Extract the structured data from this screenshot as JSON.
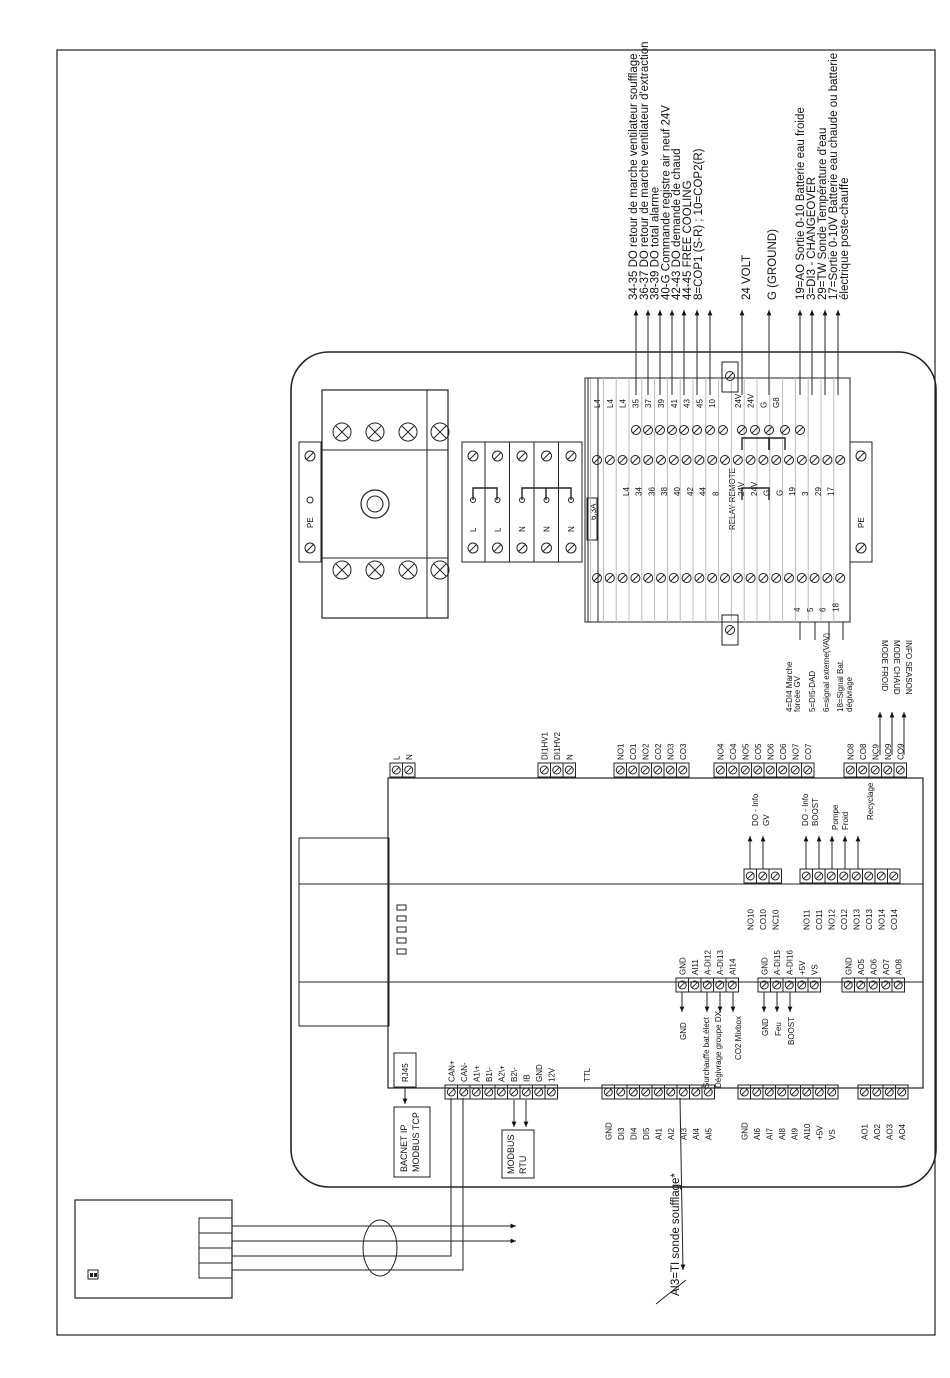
{
  "annotations_top": [
    "34-35 DO retour de marche ventilateur soufflage",
    "36-37 DO retour de marche ventilateur d'extraction",
    "38-39 DO total alarme",
    "40-G Commande registre air neuf 24V",
    "42-43 DO demande de chaud",
    "44-45 FREE COOLING",
    "8=COP1 (S-R) ; 10=COP2(R)"
  ],
  "annotation_24v": "24 VOLT",
  "annotation_ground": "G (GROUND)",
  "annotations_water": [
    "19=AO Sortie 0-10 Batterie eau froide",
    "3=DI3 - CHANGEOVER",
    "29=TW Sonde Température d'eau",
    "17=Sortie 0-10V Batterie eau chaude ou batterie",
    "électrique poste-chauffe"
  ],
  "annotations_lower": [
    "4=DI4 Marche",
    "forcée GV",
    "5=DI5-DAD",
    "6=signal externe(VAV)",
    "18=Signal Bat.",
    "dégivrage"
  ],
  "annotations_mode": [
    "MODE FROID",
    "MODE CHAUD",
    "INFO SEASON"
  ],
  "pe_label": "PE",
  "fuse_label": "6,3A",
  "relay_label": "RELAY REMOTE",
  "breaker_terms": [
    "L",
    "L",
    "N",
    "N",
    "N"
  ],
  "terminal_rows": [
    [
      "L4",
      "L4",
      "34",
      "35"
    ],
    [
      "L4",
      "L4",
      "36",
      "37"
    ],
    [
      "",
      "38",
      "39",
      ""
    ],
    [
      "",
      "40",
      "41",
      ""
    ],
    [
      "",
      "42",
      "43",
      ""
    ],
    [
      "",
      "44",
      "45",
      ""
    ],
    [
      "",
      "8",
      "10",
      ""
    ],
    [
      "24V",
      "24V",
      "24V",
      ""
    ],
    [
      "24V",
      "24V",
      "24V",
      ""
    ],
    [
      "G",
      "G",
      "G",
      ""
    ],
    [
      "G",
      "G",
      "G8",
      ""
    ],
    [
      "4",
      "19",
      "19",
      ""
    ],
    [
      "5",
      "3",
      "3",
      ""
    ],
    [
      "6",
      "29",
      "29",
      ""
    ],
    [
      "18",
      "17",
      "17",
      ""
    ]
  ],
  "top_strip_labels": [
    "L",
    "N"
  ],
  "top_right_labels": [
    "DI1HV1",
    "DI1HV2",
    "N"
  ],
  "no_block_1": [
    "NO1",
    "CO1",
    "NO2",
    "CO2",
    "NO3",
    "CO3"
  ],
  "no_block_2": [
    "NO4",
    "CO4",
    "NO5",
    "CO5",
    "NO6",
    "CO6",
    "NO7",
    "CO7"
  ],
  "no_block_3": [
    "NO8",
    "CO8",
    "NC9",
    "NO9",
    "CO9"
  ],
  "mid_labels_left": [
    "DO - Info",
    "GV"
  ],
  "mid_labels_right": [
    "DO - Info",
    "BOOST",
    "Pompe",
    "Froid",
    "Recyclage"
  ],
  "relay_block_left": [
    "NO10",
    "CO10",
    "NC10"
  ],
  "relay_block_right": [
    "NO11",
    "CO11",
    "NO12",
    "CO12",
    "NO13",
    "CO13",
    "NO14",
    "CO14"
  ],
  "ai_block": [
    "GND",
    "AI11",
    "A-DI12",
    "A-DI13",
    "AI14"
  ],
  "ai_block2": [
    "GND",
    "A-DI15",
    "A-DI16",
    "+5V",
    "VS"
  ],
  "ao_block": [
    "GND",
    "AO5",
    "AO6",
    "AO7",
    "AO8"
  ],
  "ai_annotations": [
    "GND",
    "Surchauffe bat.élect",
    "Dégivrage groupe DX",
    "CO2 Mixbox"
  ],
  "ai2_annotations": [
    "GND",
    "Feu",
    "BOOST"
  ],
  "rj45_label": "RJ45",
  "comm_labels": [
    "CAN+",
    "CAN-",
    "A1\\+",
    "B1\\-",
    "A2\\+",
    "B2\\-",
    "IB",
    "GND",
    "12V",
    "TTL"
  ],
  "bottom_di_labels": [
    "GND",
    "DI3",
    "DI4",
    "DI5",
    "AI1",
    "AI2",
    "AI3",
    "AI4",
    "AI5"
  ],
  "bottom_ai_labels": [
    "GND",
    "AI6",
    "AI7",
    "AI8",
    "AI9",
    "AI10",
    "+5V",
    "VS"
  ],
  "bottom_ao_labels": [
    "AO1",
    "AO2",
    "AO3",
    "AO4"
  ],
  "bacnet_label": [
    "BACNET IP",
    "MODBUS TCP"
  ],
  "modbus_label": [
    "MODBUS",
    "RTU"
  ],
  "sensor_label": "AI3=TI sonde soufflage*"
}
